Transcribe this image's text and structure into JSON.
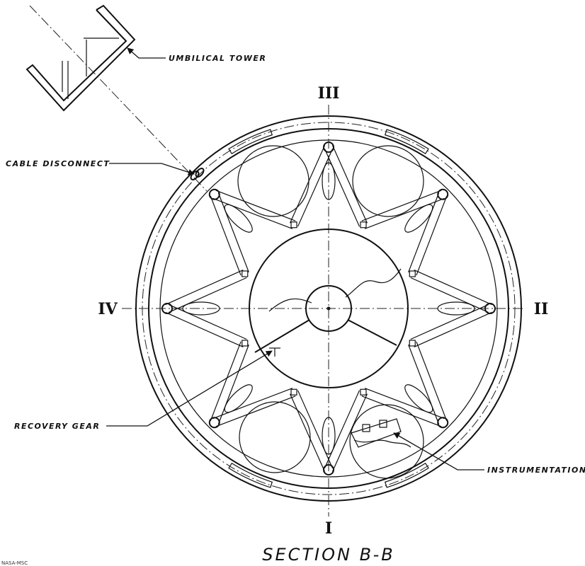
{
  "labels": {
    "umbilical_tower": "UMBILICAL TOWER",
    "cable_disconnect": "CABLE DISCONNECT",
    "recovery_gear": "RECOVERY GEAR",
    "instrumentation": "INSTRUMENTATION"
  },
  "axes": {
    "top": "III",
    "right": "II",
    "bottom": "I",
    "left": "IV"
  },
  "caption": "SECTION B-B",
  "doc_id": "NASA-MSC"
}
